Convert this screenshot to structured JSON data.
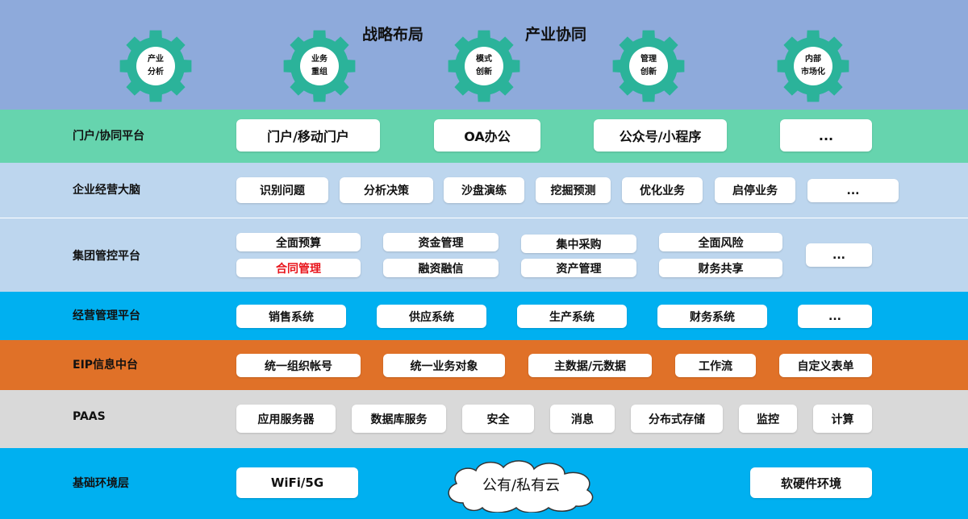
{
  "header": {
    "title_left": "战略布局",
    "title_right": "产业协同",
    "gears": [
      {
        "line1": "产业",
        "line2": "分析"
      },
      {
        "line1": "业务",
        "line2": "重组"
      },
      {
        "line1": "模式",
        "line2": "创新"
      },
      {
        "line1": "管理",
        "line2": "创新"
      },
      {
        "line1": "内部",
        "line2": "市场化"
      }
    ]
  },
  "portal": {
    "label": "门户/协同平台",
    "items": [
      "门户/移动门户",
      "OA办公",
      "公众号/小程序",
      "..."
    ]
  },
  "brain": {
    "label": "企业经营大脑",
    "items": [
      "识别问题",
      "分析决策",
      "沙盘演练",
      "挖掘预测",
      "优化业务",
      "启停业务",
      "..."
    ]
  },
  "group": {
    "label": "集团管控平台",
    "row1": [
      "全面预算",
      "资金管理",
      "集中采购",
      "全面风险"
    ],
    "row2": [
      "合同管理",
      "融资融信",
      "资产管理",
      "财务共享"
    ],
    "more": "...",
    "highlight_color": "#e8141b"
  },
  "ops": {
    "label": "经营管理平台",
    "items": [
      "销售系统",
      "供应系统",
      "生产系统",
      "财务系统",
      "..."
    ]
  },
  "eip": {
    "label": "EIP信息中台",
    "items": [
      "统一组织帐号",
      "统一业务对象",
      "主数据/元数据",
      "工作流",
      "自定义表单"
    ]
  },
  "paas": {
    "label": "PAAS",
    "items": [
      "应用服务器",
      "数据库服务",
      "安全",
      "消息",
      "分布式存储",
      "监控",
      "计算"
    ]
  },
  "infra": {
    "label": "基础环境层",
    "wifi": "WiFi/5G",
    "cloud": "公有/私有云",
    "env": "软硬件环境"
  },
  "colors": {
    "header_bg": "#8eaadb",
    "portal_bg": "#66d4ae",
    "brain_bg": "#bdd6ee",
    "group_bg": "#bdd6ee",
    "ops_bg": "#00b0f0",
    "eip_bg": "#e07128",
    "paas_bg": "#d9d9d9",
    "infra_bg": "#00b0f0",
    "gear": "#2bb39a"
  }
}
